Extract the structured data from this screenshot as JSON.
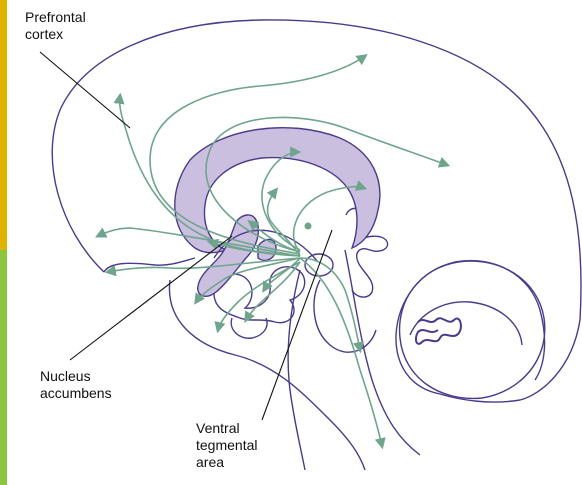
{
  "labels": {
    "prefrontal_cortex": "Prefrontal\ncortex",
    "nucleus_accumbens": "Nucleus\naccumbens",
    "ventral_tegmental_area": "Ventral\ntegmental\narea"
  },
  "colors": {
    "outline": "#4b3a8c",
    "pathway": "#6fa58c",
    "structure_fill": "#cbbfe0",
    "leader_line": "#111111",
    "edge_top": "#e0b300",
    "edge_bottom": "#8cc63f"
  },
  "icons": {
    "pathway_head": "arrowhead-icon"
  }
}
